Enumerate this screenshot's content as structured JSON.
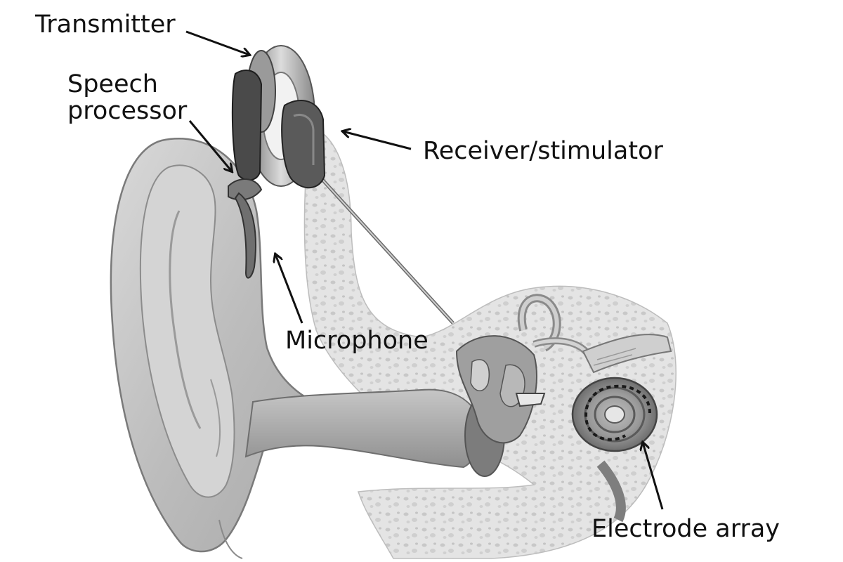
{
  "labels": {
    "transmitter": "Transmitter",
    "speech_processor_line1": "Speech",
    "speech_processor_line2": "processor",
    "receiver_stimulator": "Receiver/stimulator",
    "microphone": "Microphone",
    "electrode_array": "Electrode array"
  },
  "colors": {
    "background": "#ffffff",
    "ink": "#111111",
    "skin_light": "#e6e6e6",
    "skin_mid": "#bdbdbd",
    "skin_dark": "#7a7a7a",
    "bone": "#e3e3e3",
    "device_dark": "#444444"
  }
}
